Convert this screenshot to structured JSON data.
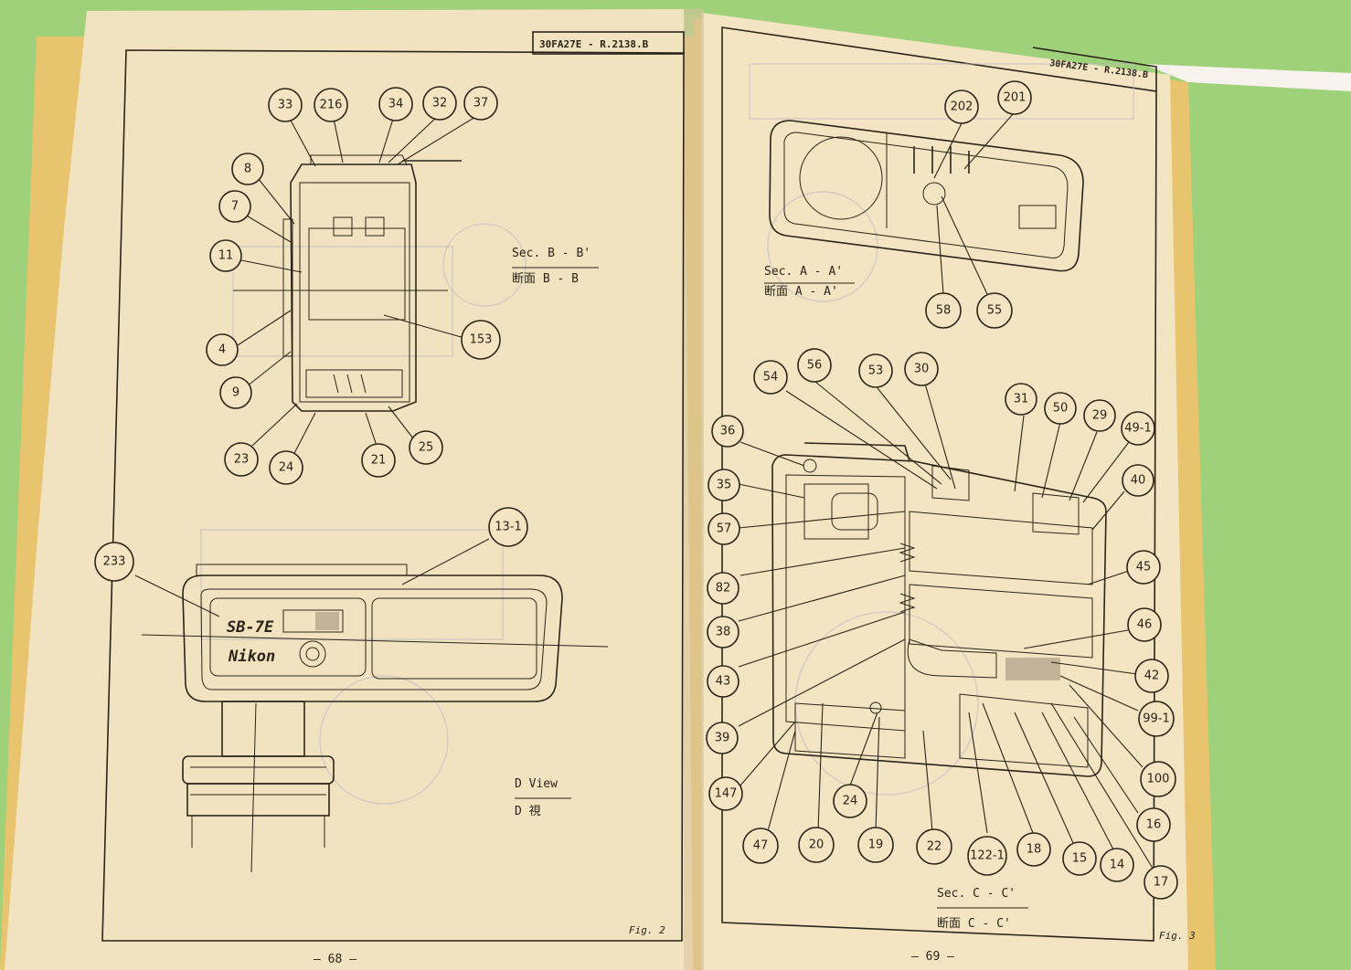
{
  "book": {
    "left_page": {
      "header_code": "30FA27E - R.2138.B",
      "section_bb_en": "Sec.  B - B'",
      "section_bb_jp": "断面  B - B",
      "view_d_en": "D  View",
      "view_d_jp": "D 視",
      "fig_label": "Fig. 2",
      "page_number": "— 68 —",
      "flash_model": "SB-7E",
      "brand": "Nikon",
      "callouts": [
        "33",
        "216",
        "34",
        "32",
        "37",
        "8",
        "7",
        "11",
        "4",
        "9",
        "153",
        "23",
        "24",
        "21",
        "25",
        "233",
        "13-1"
      ]
    },
    "right_page": {
      "header_code": "30FA27E - R.2138.B",
      "section_aa_en": "Sec.  A - A'",
      "section_aa_jp": "断面  A - A'",
      "section_cc_en": "Sec.  C - C'",
      "section_cc_jp": "断面  C - C'",
      "fig_label": "Fig. 3",
      "page_number": "— 69 —",
      "callouts_top": [
        "202",
        "201",
        "58",
        "55"
      ],
      "callouts_main": [
        "54",
        "56",
        "53",
        "30",
        "31",
        "50",
        "29",
        "49-1",
        "36",
        "35",
        "40",
        "57",
        "45",
        "82",
        "46",
        "38",
        "42",
        "43",
        "99-1",
        "39",
        "100",
        "147",
        "16",
        "24",
        "47",
        "20",
        "19",
        "22",
        "122-1",
        "18",
        "15",
        "14",
        "17"
      ]
    }
  }
}
